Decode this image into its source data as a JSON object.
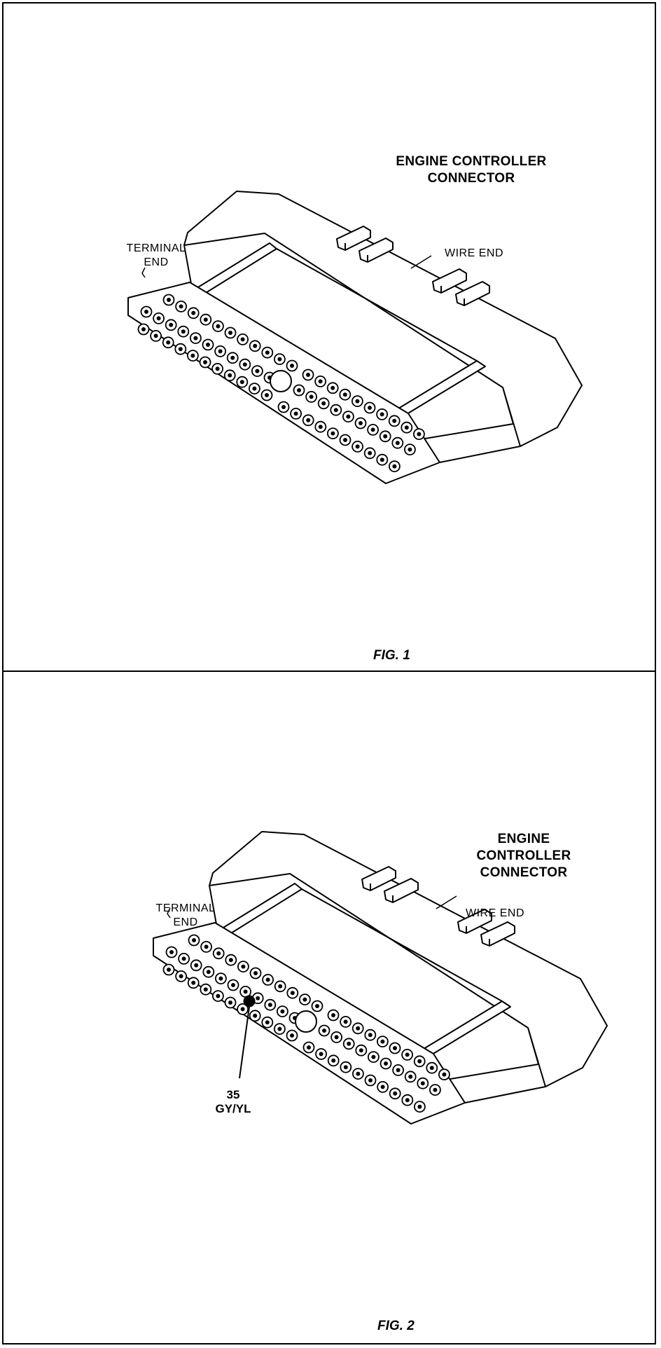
{
  "figure1": {
    "title_line1": "ENGINE CONTROLLER",
    "title_line2": "CONNECTOR",
    "terminal_end_line1": "TERMINAL",
    "terminal_end_line2": "END",
    "wire_end": "WIRE END",
    "caption": "FIG. 1"
  },
  "figure2": {
    "title_line1": "ENGINE",
    "title_line2": "CONTROLLER",
    "title_line3": "CONNECTOR",
    "terminal_end_line1": "TERMINAL",
    "terminal_end_line2": "END",
    "wire_end": "WIRE END",
    "highlight_pin": "35",
    "highlight_wire_color": "GY/YL",
    "caption": "FIG. 2"
  }
}
